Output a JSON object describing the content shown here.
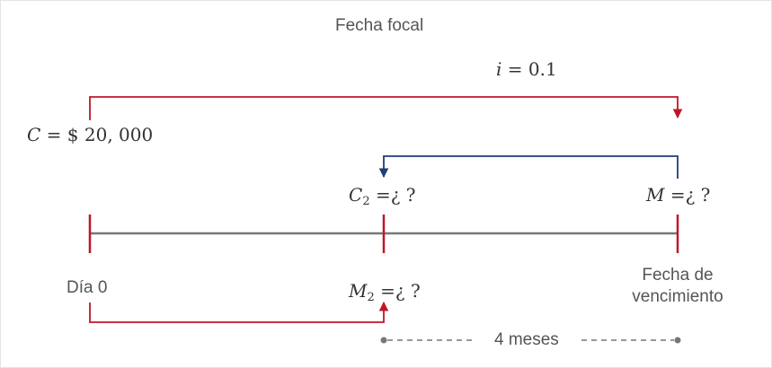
{
  "title": "Fecha focal",
  "rate": {
    "var": "i",
    "eq": "= 0.1"
  },
  "capital": {
    "var": "C",
    "eq": "= $ 20, 000"
  },
  "c2": {
    "var": "C",
    "sub": "2",
    "eq": "=¿ ?"
  },
  "m": {
    "var": "M",
    "eq": "=¿ ?"
  },
  "m2": {
    "var": "M",
    "sub": "2",
    "eq": "=¿ ?"
  },
  "labels": {
    "day0": "Día 0",
    "maturity_line1": "Fecha de",
    "maturity_line2": "vencimiento",
    "duration": "4 meses"
  },
  "colors": {
    "timeline": "#777777",
    "tick": "#c0152a",
    "arrow_red": "#c0152a",
    "arrow_blue": "#1f3d7a",
    "dashed": "#777777"
  }
}
